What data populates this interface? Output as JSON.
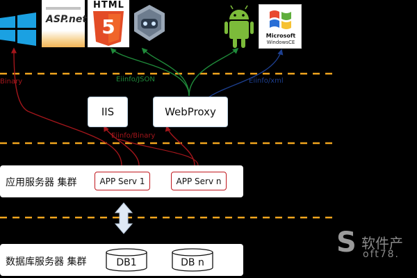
{
  "clients": {
    "aspnet": "ASP.net",
    "html5": "HTML",
    "html5_digit": "5",
    "microsoft": "Microsoft",
    "windowsce": "WindowsCE"
  },
  "links": {
    "binary_left": "Binary",
    "json": "Eiinfo/JSON",
    "xml": "Eiinfo/xml",
    "binary_mid": "Eiinfo/Binary"
  },
  "middleware": {
    "iis": "IIS",
    "webproxy": "WebProxy"
  },
  "app_cluster": {
    "title": "应用服务器 集群",
    "serv1": "APP Serv 1",
    "servn": "APP Serv n"
  },
  "db_cluster": {
    "title": "数据库服务器 集群",
    "db1": "DB1",
    "dbn": "DB n"
  },
  "watermark": {
    "brand": "软件产",
    "site": "oft78."
  },
  "colors": {
    "background": "#000000",
    "dashed_line": "#f2a51e",
    "red_link": "#a3161b",
    "green_link": "#1f8a3a",
    "blue_link": "#1d3f8f",
    "arrow_fill": "#dfe9f5",
    "serv_border": "#c0151c"
  }
}
